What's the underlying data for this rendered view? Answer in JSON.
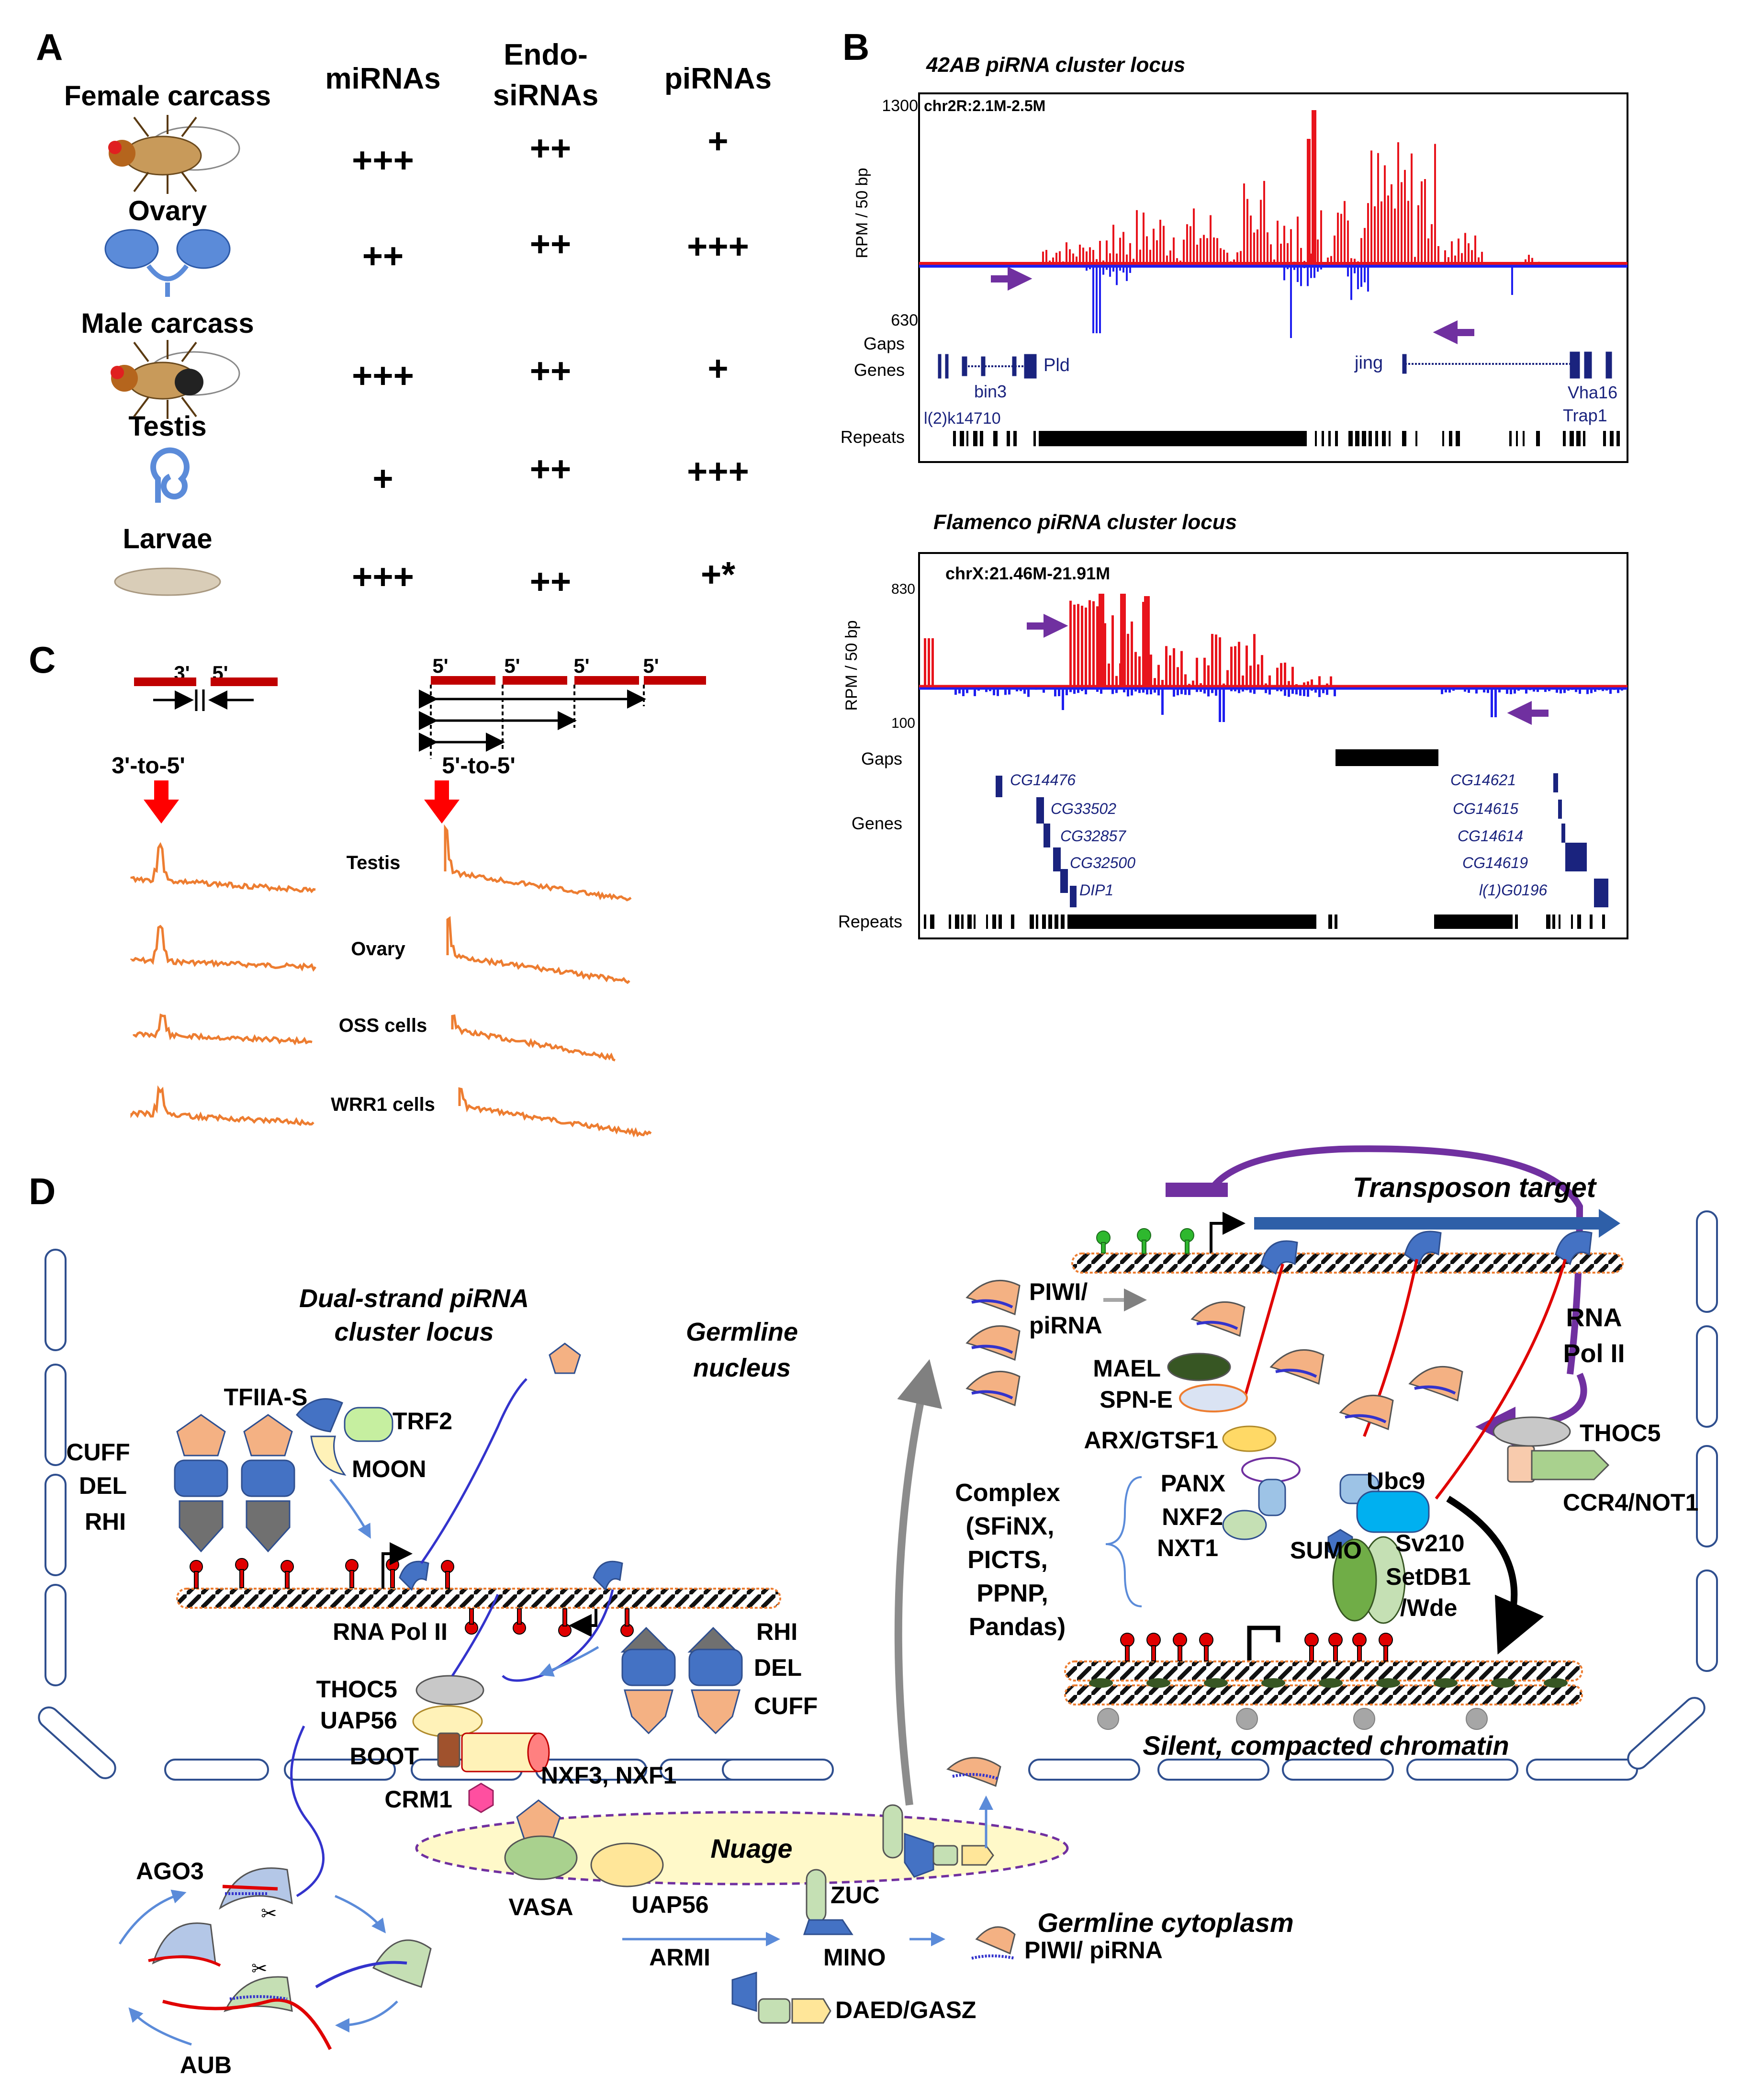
{
  "panel_letters": {
    "a": "A",
    "b": "B",
    "c": "C",
    "d": "D"
  },
  "panel_a": {
    "columns": [
      "miRNAs",
      "Endo-",
      "siRNAs",
      "piRNAs"
    ],
    "rows": [
      {
        "label": "Female carcass",
        "mirna": "+++",
        "endo": "++",
        "pirna": "+"
      },
      {
        "label": "Ovary",
        "mirna": "++",
        "endo": "++",
        "pirna": "+++"
      },
      {
        "label": "Male carcass",
        "mirna": "+++",
        "endo": "++",
        "pirna": "+"
      },
      {
        "label": "Testis",
        "mirna": "+",
        "endo": "++",
        "pirna": "+++"
      },
      {
        "label": "Larvae",
        "mirna": "+++",
        "endo": "++",
        "pirna": "+*"
      }
    ]
  },
  "panel_b": {
    "top": {
      "title": "42AB piRNA cluster locus",
      "locus": "chr2R:2.1M-2.5M",
      "ymax": "1300",
      "ymin": "630",
      "ylabel": "RPM / 50 bp",
      "tracks": [
        "Gaps",
        "Genes",
        "Repeats"
      ],
      "genes": [
        "Pld",
        "bin3",
        "l(2)k14710",
        "jing",
        "Vha16",
        "Trap1"
      ]
    },
    "bottom": {
      "title": "Flamenco piRNA cluster locus",
      "locus": "chrX:21.46M-21.91M",
      "ymax": "830",
      "ymin": "100",
      "ylabel": "RPM / 50 bp",
      "tracks": [
        "Gaps",
        "Genes",
        "Repeats"
      ],
      "genes_left": [
        "CG14476",
        "CG33502",
        "CG32857",
        "CG32500",
        "DIP1"
      ],
      "genes_right": [
        "CG14621",
        "CG14615",
        "CG14614",
        "CG14619",
        "l(1)G0196"
      ]
    },
    "colors": {
      "sense": "#e8141c",
      "antisense": "#1f1ff0",
      "arrow": "#7030a0",
      "gene": "#1a237e"
    }
  },
  "panel_c": {
    "left_header": "3'-to-5'",
    "right_header": "5'-to-5'",
    "left_ends": [
      "3'",
      "5'"
    ],
    "right_ends": [
      "5'",
      "5'",
      "5'",
      "5'"
    ],
    "samples": [
      "Testis",
      "Ovary",
      "OSS cells",
      "WRR1 cells"
    ],
    "line_color": "#ed7d31"
  },
  "panel_d": {
    "labels": {
      "cluster": "Dual-strand piRNA",
      "cluster2": "cluster locus",
      "nucleus": "Germline",
      "nucleus2": "nucleus",
      "cytoplasm": "Germline cytoplasm",
      "nuage": "Nuage",
      "transposon": "Transposon target",
      "silent": "Silent, compacted chromatin",
      "polii_a": "RNA",
      "polii_b": "Pol II",
      "piwi_a": "PIWI/",
      "piwi_b": "piRNA"
    },
    "proteins": {
      "tfiias": "TFIIA-S",
      "trf2": "TRF2",
      "moon": "MOON",
      "cuff": "CUFF",
      "del": "DEL",
      "rhi": "RHI",
      "polii": "RNA  Pol II",
      "thoc5": "THOC5",
      "uap56": "UAP56",
      "boot": "BOOT",
      "nxf": "NXF3, NXF1",
      "crm1": "CRM1",
      "ago3": "AGO3",
      "aub": "AUB",
      "vasa": "VASA",
      "uap56b": "UAP56",
      "armi": "ARMI",
      "zuc": "ZUC",
      "mino": "MINO",
      "daed": "DAED/GASZ",
      "piwi_cyto": "PIWI/ piRNA",
      "mael": "MAEL",
      "spne": "SPN-E",
      "arx": "ARX/GTSF1",
      "complex": [
        "Complex",
        "(SFiNX,",
        "PICTS,",
        "PPNP,",
        "Pandas)"
      ],
      "panx": "PANX",
      "nxf2": "NXF2",
      "nxt1": "NXT1",
      "ubc9": "Ubc9",
      "sumo": "SUMO",
      "sv210": "Sv210",
      "setdb1": "SetDB1",
      "wde": "/Wde",
      "thoc5b": "THOC5",
      "ccr4": "CCR4/NOT1"
    }
  }
}
